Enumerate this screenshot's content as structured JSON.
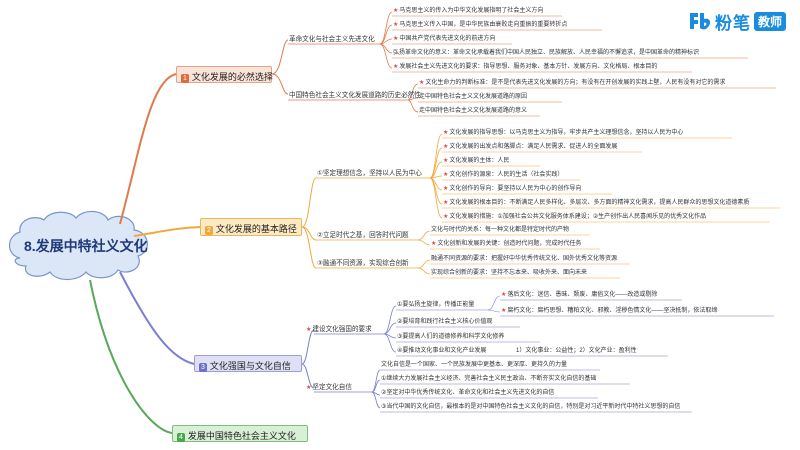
{
  "logo": {
    "mark": "FB",
    "brand": "粉笔",
    "tag": "教师"
  },
  "root": "8.发展中特社义文化",
  "branches": {
    "b1": {
      "badge": "1",
      "label": "文化发展的必然选择"
    },
    "b2": {
      "badge": "2",
      "label": "文化发展的基本路径"
    },
    "b3": {
      "badge": "3",
      "label": "文化强国与文化自信"
    },
    "b4": {
      "badge": "4",
      "label": "发展中国特色社会主义文化"
    }
  },
  "b1": {
    "s1": "革命文化与社会主义先进文化",
    "s1_items": [
      "马克思主义的传入为中华文化发展指明了社会主义方向",
      "马克思主义传入中国，是中华民族由衰败走向重振的重要转折点",
      "中国共产党代表先进文化的前进方向",
      "弘扬革命文化的意义：革命文化承载着我们中国人民独立、民族解放、人民幸福的不懈追求，是中国革命的精神标识",
      "发展社会主义先进文化的要求：指导思想、服务对象、基本方针、发展方向、文化格局、根本目的"
    ],
    "s2": "中国特色社会主义文化发展道路的历史必然性",
    "s2_items": [
      "文化生命力的判断标准：是不是代表先进文化发展的方向；有没有在开创发展的实践上壁，人民有没有对它的需求",
      "走中国特色社会主义文化发展道路的原因",
      "走中国特色社会主义文化发展道路的意义"
    ]
  },
  "b2": {
    "s1": "①坚定理想信念，坚持以人民为中心",
    "s1_items": [
      "文化发展的指导思想：以马克思主义为指导，牢步共产主义理想信念，坚持以人民为中心",
      "文化发展的出发点和落脚点：满足人民需求、促进人的全面发展",
      "文化发展的主体：人民",
      "文化创作的源泉：人民的生活（社会实践）",
      "文化创作的导向：要坚持以人民为中心的创作导向",
      "文化发展的根本目的：不断满足人民多样化、多层次、多方面的精神文化需求，提高人民群众的思想文化道德素质",
      "文化发展的措施：①加强社会公共文化服务体系建设；②生产创作出人民喜闻乐见的优秀文化作品"
    ],
    "s2": "②立足时代之基，回答时代问题",
    "s2_items": [
      "文化与时代的关系：每一种文化都是特定时代的产物",
      "文化创新和发展的关键：创造时代问题，完成时代任务"
    ],
    "s3": "③融通不同资源，实现综合创新",
    "s3_items": [
      "融通不同资源的要求：把握好中华优秀传统文化、国外优秀文化等资源",
      "实现综合创新的要求：坚持不忘本来、吸收外来、面向未来"
    ]
  },
  "b3": {
    "s1": "建设文化强国的要求",
    "s1_1": "①要弘扬主旋律，传播正能量",
    "s1_1_items": [
      "落后文化：迷信、愚昧、颓废、庸俗文化——改造或剔除",
      "腐朽文化：腐朽思想、糟粕文化、邪教、淫秽色情文化——坚决抵制，依法取缔"
    ],
    "s1_2": "②要培育和践行社会主义核心价值观",
    "s1_3": "③要提高人们的道德修养和科学文化修养",
    "s1_4": "④要推动文化事业和文化产业发展",
    "s1_4_note": "1）文化事业：公益性；2）文化产业：盈利性",
    "s2": "坚定文化自信",
    "s2_items": [
      "文化自信是一个国家、一个民族发展中更基本、更深厚、更持久的力量",
      "①继续大力发展社会主义经济、完善社会主义民主政治、不断夯实文化自信的基础",
      "②坚定对中华优秀传统文化、革命文化和社会主义先进文化的自信",
      "③当代中国的文化自信，最根本的是对中国特色社会主义文化的自信，特别是对习近平新时代中特社义思想的自信"
    ]
  },
  "colors": {
    "b1": "#e06a3b",
    "b2": "#f2a73b",
    "b3": "#6b72c8",
    "b4": "#4aa84a",
    "cloud_fill": "#dbe6f6",
    "cloud_stroke": "#7a95c8",
    "star": "#e04a3a",
    "brand": "#1a8ce0"
  }
}
